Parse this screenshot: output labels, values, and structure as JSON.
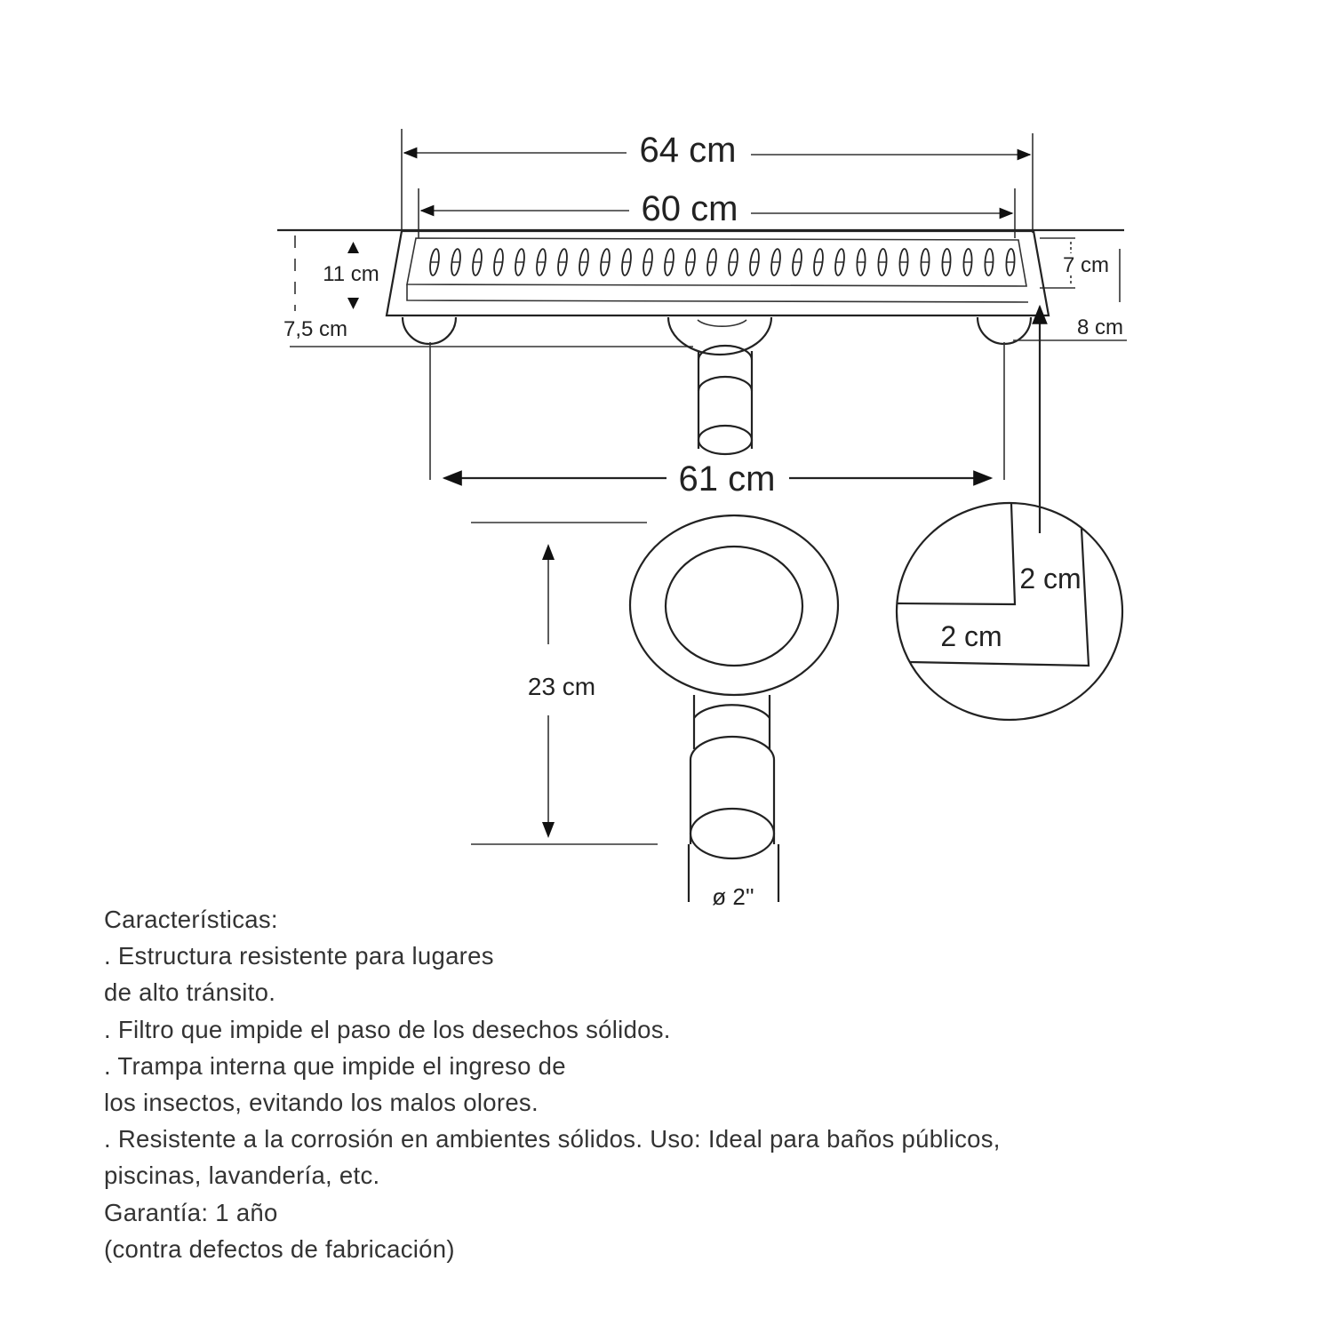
{
  "diagram": {
    "dimensions": {
      "total_length": "64 cm",
      "grate_length": "60 cm",
      "feet_span": "61 cm",
      "height": "11 cm",
      "grate_width": "7 cm",
      "depth_left": "7,5 cm",
      "depth_right": "8 cm",
      "outlet_length": "23 cm",
      "outlet_diameter": "ø 2''",
      "detail_vertical": "2 cm",
      "detail_horizontal": "2 cm"
    }
  },
  "features": {
    "lines": [
      "Características:",
      ". Estructura resistente para lugares",
      "de alto tránsito.",
      ". Filtro que impide el paso de los desechos sólidos.",
      ". Trampa interna que impide el ingreso de",
      "los insectos, evitando los malos olores.",
      ". Resistente a la corrosión en ambientes sólidos. Uso: Ideal para baños públicos,",
      "piscinas, lavandería, etc.",
      "Garantía: 1 año",
      "(contra defectos de fabricación)"
    ]
  }
}
